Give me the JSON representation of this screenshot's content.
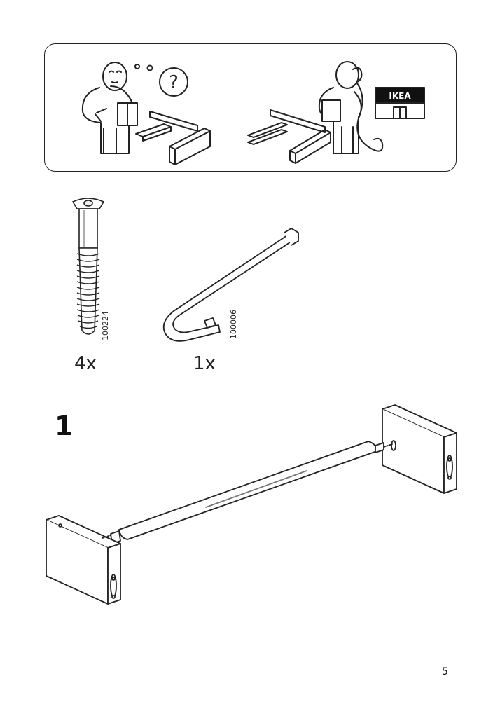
{
  "help_panel": {
    "question_glyph": "?",
    "store_sign": "IKEA"
  },
  "parts": [
    {
      "part_number": "100224",
      "quantity": "4x",
      "icon": "screw-icon"
    },
    {
      "part_number": "100006",
      "quantity": "1x",
      "icon": "allen-key-icon"
    }
  ],
  "step": {
    "number": "1"
  },
  "page": {
    "number": "5"
  }
}
